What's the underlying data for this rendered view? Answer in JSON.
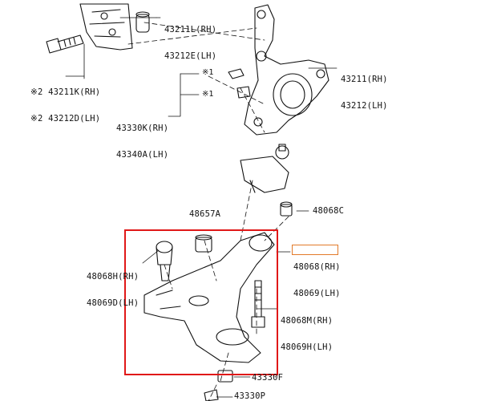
{
  "colors": {
    "line": "#111111",
    "highlight": "#e01818",
    "label_highlight": "#e27a2a"
  },
  "labels": {
    "p43211L": {
      "rh": "43211L(RH)",
      "lh": "43212E(LH)"
    },
    "p43211K": {
      "rh": "43211K(RH)",
      "lh": "43212D(LH)",
      "mark": "※2"
    },
    "p43211": {
      "rh": "43211(RH)",
      "lh": "43212(LH)"
    },
    "note1a": "※1",
    "note1b": "※1",
    "p43330K": {
      "rh": "43330K(RH)",
      "lh": "43340A(LH)"
    },
    "p48657A": "48657A",
    "p48068C": "48068C",
    "p48068": {
      "rh": "48068(RH)",
      "lh": "48069(LH)"
    },
    "p48068H": {
      "rh": "48068H(RH)",
      "lh": "48069D(LH)"
    },
    "p48068M": {
      "rh": "48068M(RH)",
      "lh": "48069H(LH)"
    },
    "p43330F": "43330F",
    "p43330P": "43330P"
  }
}
